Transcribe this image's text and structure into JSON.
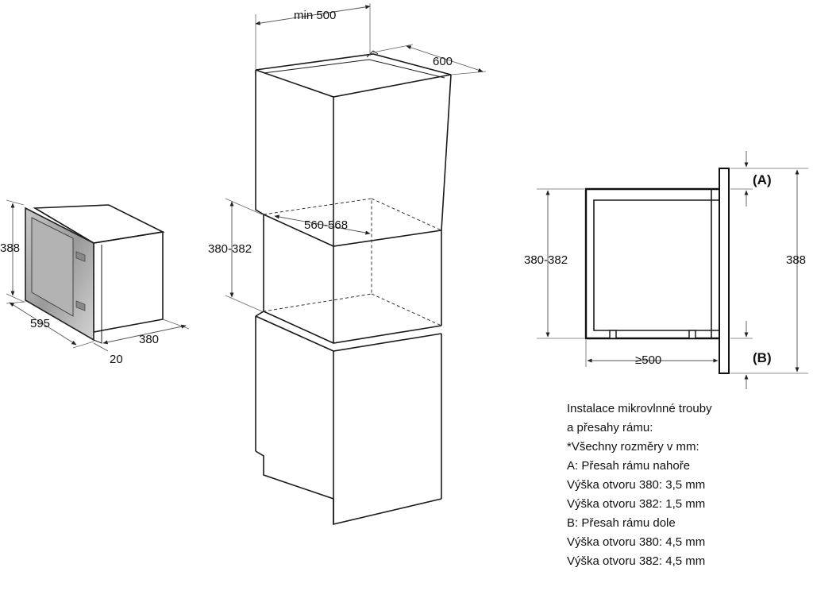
{
  "microwave": {
    "height": "388",
    "width": "595",
    "depth": "380",
    "frame": "20"
  },
  "cabinet": {
    "min_depth": "min 500",
    "depth": "600",
    "niche_width": "560-568",
    "niche_height": "380-382"
  },
  "section": {
    "opening_height": "380-382",
    "total_height": "388",
    "min_depth": "≥500",
    "marker_top": "(A)",
    "marker_bottom": "(B)"
  },
  "notes": [
    "Instalace mikrovlnné trouby",
    "a přesahy rámu:",
    "*Všechny rozměry v mm:",
    "A: Přesah rámu nahoře",
    "Výška otvoru 380: 3,5 mm",
    "Výška otvoru 382: 1,5 mm",
    "B: Přesah rámu dole",
    "Výška otvoru 380: 4,5 mm",
    "Výška otvoru 382: 4,5 mm"
  ]
}
